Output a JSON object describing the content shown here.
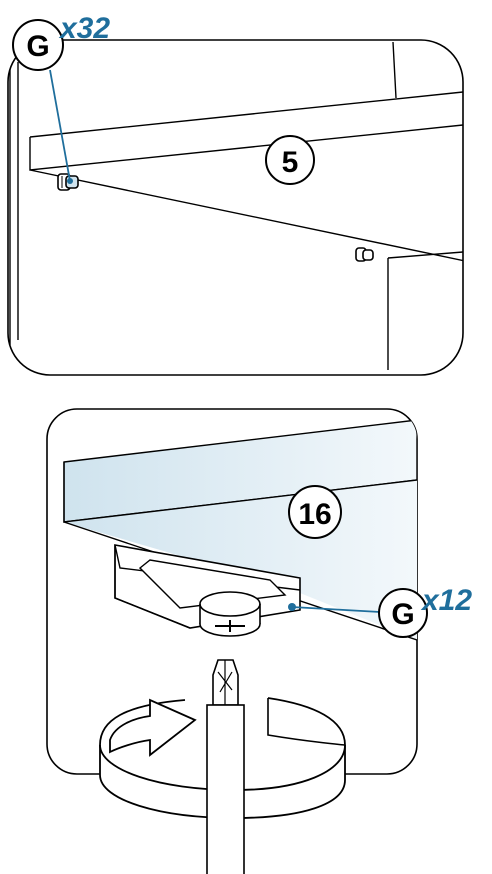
{
  "colors": {
    "line": "#000000",
    "leader": "#1f6e9c",
    "qty_text": "#1f6e9c",
    "panel_tint_dark": "#cfe3ee",
    "panel_tint_light": "#f3f8fb",
    "background": "#ffffff"
  },
  "step_a": {
    "callout": {
      "letter": "G",
      "qty": "x32"
    },
    "part_number": "5"
  },
  "step_b": {
    "callout": {
      "letter": "G",
      "qty": "x12"
    },
    "part_number": "16"
  },
  "icons": {
    "dowel": "dowel-icon",
    "cam_lock": "cam-lock-icon",
    "screwdriver": "screwdriver-icon",
    "rotation": "rotate-arrow-icon"
  }
}
